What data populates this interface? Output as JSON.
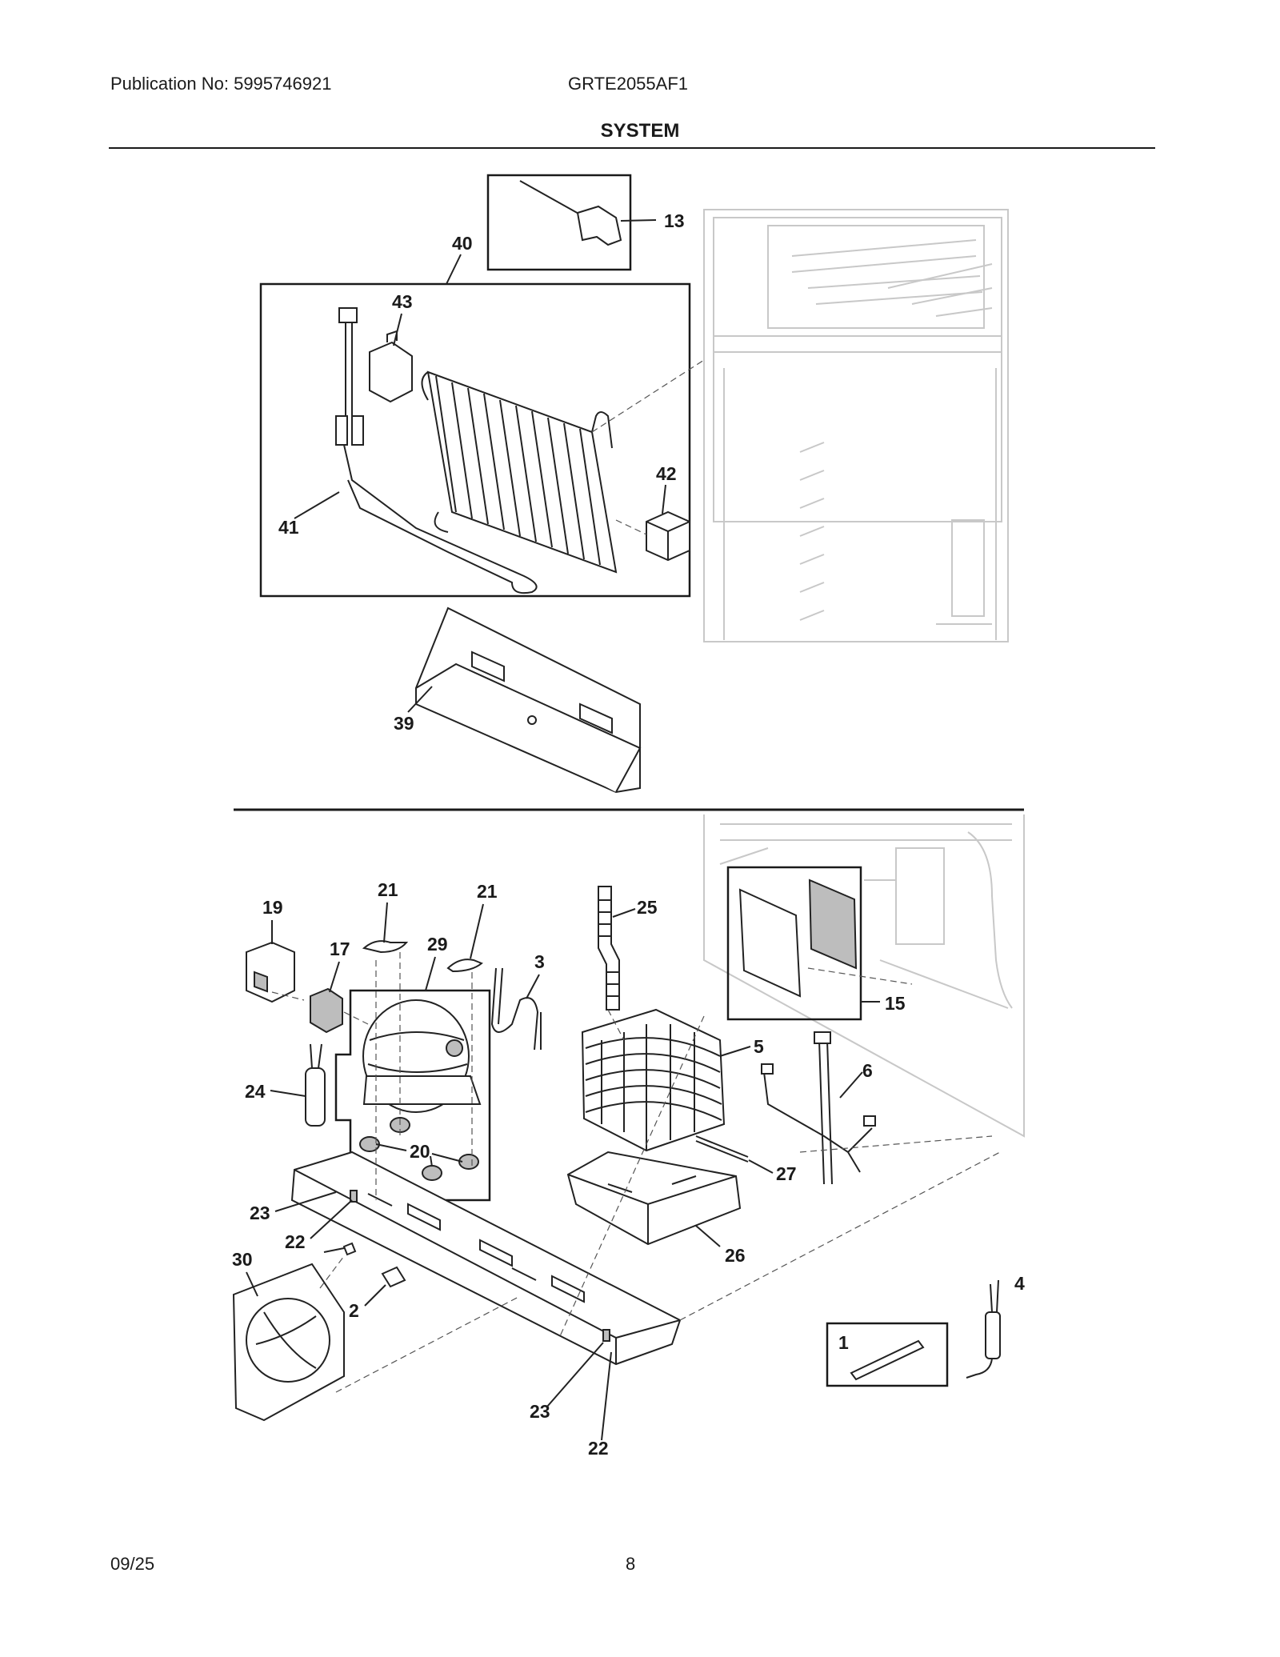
{
  "header": {
    "publication": "Publication No: 5995746921",
    "model": "GRTE2055AF1",
    "section_title": "SYSTEM"
  },
  "footer": {
    "date": "09/25",
    "page_number": "8"
  },
  "callouts": {
    "c1": "1",
    "c2": "2",
    "c3": "3",
    "c4": "4",
    "c5": "5",
    "c6": "6",
    "c13": "13",
    "c15": "15",
    "c17": "17",
    "c19": "19",
    "c20": "20",
    "c21a": "21",
    "c21b": "21",
    "c22a": "22",
    "c22b": "22",
    "c23a": "23",
    "c23b": "23",
    "c24": "24",
    "c25": "25",
    "c26": "26",
    "c27": "27",
    "c29": "29",
    "c30": "30",
    "c39": "39",
    "c40": "40",
    "c41": "41",
    "c42": "42",
    "c43": "43"
  }
}
